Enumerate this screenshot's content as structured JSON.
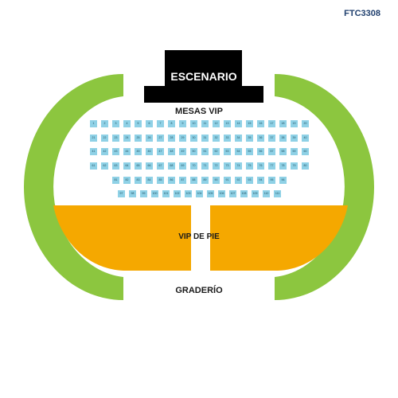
{
  "venue_code": "FTC3308",
  "stage": {
    "label": "ESCENARIO"
  },
  "sections": {
    "mesas_vip": "MESAS VIP",
    "vip_de_pie": "VIP DE PIE",
    "graderio": "GRADERÍO"
  },
  "colors": {
    "graderio": "#8cc63f",
    "vip_de_pie": "#f5a800",
    "mesas_vip": "#8fd1e6",
    "stage": "#000000"
  },
  "tables": {
    "rows": [
      [
        "1",
        "2",
        "3",
        "4",
        "5",
        "6",
        "7",
        "8",
        "9",
        "10",
        "11",
        "12",
        "13",
        "14",
        "15",
        "16",
        "17",
        "18",
        "19",
        "20"
      ],
      [
        "21",
        "22",
        "23",
        "24",
        "25",
        "26",
        "27",
        "28",
        "29",
        "30",
        "31",
        "32",
        "33",
        "34",
        "35",
        "36",
        "37",
        "38",
        "39",
        "40"
      ],
      [
        "41",
        "42",
        "43",
        "44",
        "45",
        "46",
        "47",
        "48",
        "49",
        "50",
        "51",
        "52",
        "53",
        "54",
        "55",
        "56",
        "57",
        "58",
        "59",
        "60"
      ],
      [
        "61",
        "62",
        "63",
        "64",
        "65",
        "66",
        "67",
        "68",
        "69",
        "70",
        "71",
        "72",
        "73",
        "74",
        "75",
        "76",
        "77",
        "78",
        "79",
        "80"
      ],
      [
        "81",
        "82",
        "83",
        "84",
        "85",
        "86",
        "87",
        "88",
        "89",
        "90",
        "91",
        "92",
        "93",
        "94",
        "95",
        "96"
      ],
      [
        "97",
        "98",
        "99",
        "100",
        "101",
        "102",
        "103",
        "104",
        "105",
        "106",
        "107",
        "108",
        "109",
        "110",
        "111"
      ]
    ]
  }
}
